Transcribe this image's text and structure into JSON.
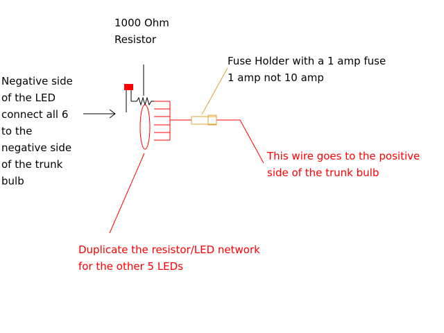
{
  "labels": {
    "resistor": {
      "lines": [
        "1000 Ohm",
        "Resistor"
      ]
    },
    "fuse": {
      "lines": [
        "Fuse Holder with a 1 amp fuse",
        "1 amp not 10 amp"
      ]
    },
    "negative": {
      "lines": [
        "Negative side",
        "of the LED",
        "connect all 6",
        "to the",
        "negative side",
        "of the trunk",
        "bulb"
      ]
    },
    "positive": {
      "lines": [
        "This wire goes to the positive",
        "side of the trunk bulb"
      ]
    },
    "duplicate": {
      "lines": [
        "Duplicate the resistor/LED network",
        "for the other 5 LEDs"
      ]
    }
  },
  "colors": {
    "black": "#000000",
    "red": "#ff0000",
    "fuse": "#e0a030"
  }
}
